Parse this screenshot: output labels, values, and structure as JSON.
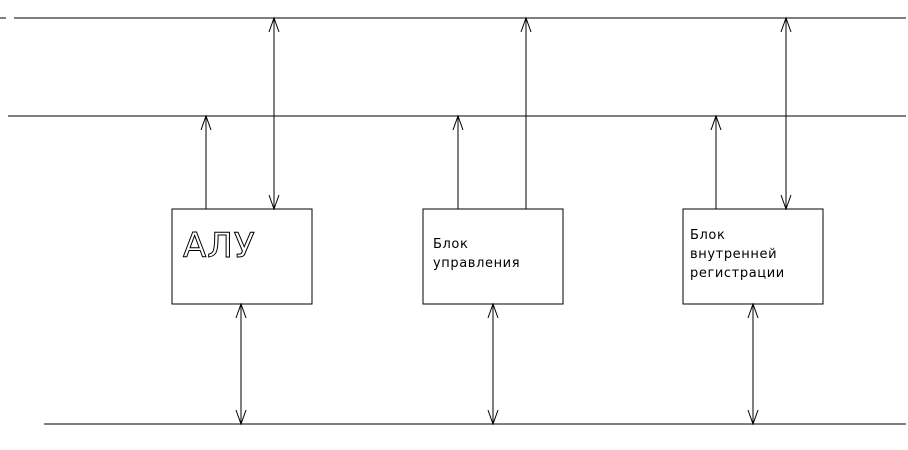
{
  "diagram": {
    "blocks": [
      {
        "id": "alu",
        "lines": [
          "АЛУ"
        ]
      },
      {
        "id": "control",
        "lines": [
          "Блок",
          "управления"
        ]
      },
      {
        "id": "registers",
        "lines": [
          "Блок",
          "внутренней",
          "регистрации"
        ]
      }
    ]
  }
}
